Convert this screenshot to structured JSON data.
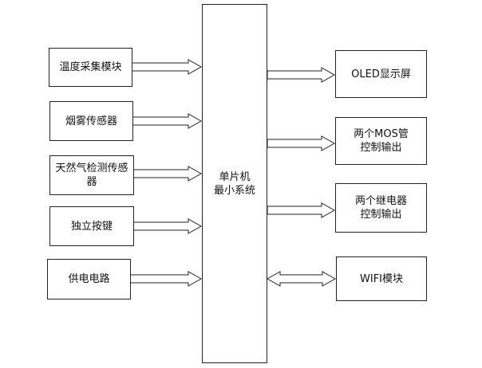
{
  "inputs": {
    "temperature": "温度采集模块",
    "smoke": "烟雾传感器",
    "gas": "天然气检测传感\n器",
    "keys": "独立按键",
    "power": "供电电路"
  },
  "mcu": {
    "label": "单片机\n最小系统"
  },
  "outputs": {
    "oled": "OLED显示屏",
    "mos": "两个MOS管\n控制输出",
    "relay": "两个继电器\n控制输出",
    "wifi": "WIFI模块"
  },
  "colors": {
    "stroke": "#222222",
    "background": "#ffffff",
    "text": "#111111"
  }
}
